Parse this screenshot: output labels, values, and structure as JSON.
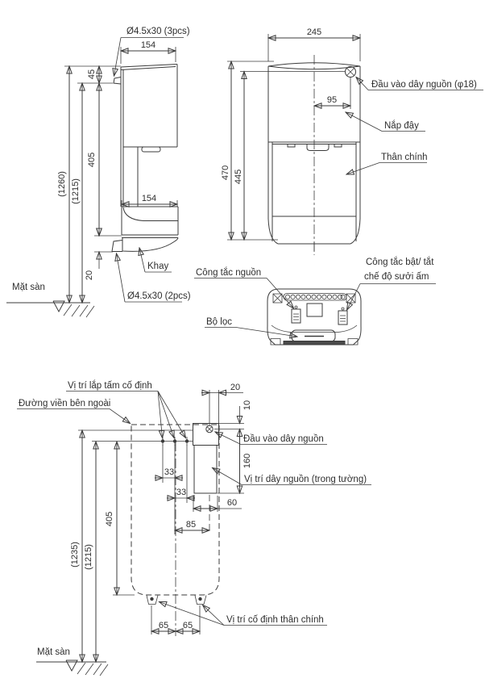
{
  "side": {
    "labels": {
      "screws_top": "Ø4.5x30 (3pcs)",
      "screws_bottom": "Ø4.5x30 (2pcs)",
      "tray": "Khay",
      "floor": "Mặt sàn"
    },
    "dims": {
      "width_top": "154",
      "width_bottom": "154",
      "offset_top": "45",
      "body_height": "405",
      "total_height": "(1260)",
      "mount_height": "(1215)",
      "bottom_gap": "20"
    }
  },
  "front": {
    "labels": {
      "power_inlet": "Đầu vào dây nguồn (φ18)",
      "cover": "Nắp đậy",
      "main_body": "Thân chính"
    },
    "dims": {
      "width": "245",
      "height_total": "470",
      "height_inlet": "445",
      "inlet_offset": "95"
    }
  },
  "bottom": {
    "labels": {
      "power_switch": "Công tắc nguồn",
      "heater_switch_1": "Công tắc bật/ tắt",
      "heater_switch_2": "chế độ sưởi ấm",
      "filter": "Bộ lọc"
    }
  },
  "install": {
    "labels": {
      "plate_position": "Vị trí lắp tấm cố định",
      "outer_outline": "Đường viền bên ngoài",
      "power_inlet": "Đầu vào dây nguồn",
      "cable_position": "Vị trí dây nguồn (trong tường)",
      "body_fixing": "Vị trí cố định thân chính",
      "floor": "Mặt sàn"
    },
    "dims": {
      "d20": "20",
      "d10": "10",
      "d160": "160",
      "d60": "60",
      "d33a": "33",
      "d33b": "33",
      "d85": "85",
      "d405": "405",
      "d1235": "(1235)",
      "d1215": "(1215)",
      "d65a": "65",
      "d65b": "65"
    }
  }
}
